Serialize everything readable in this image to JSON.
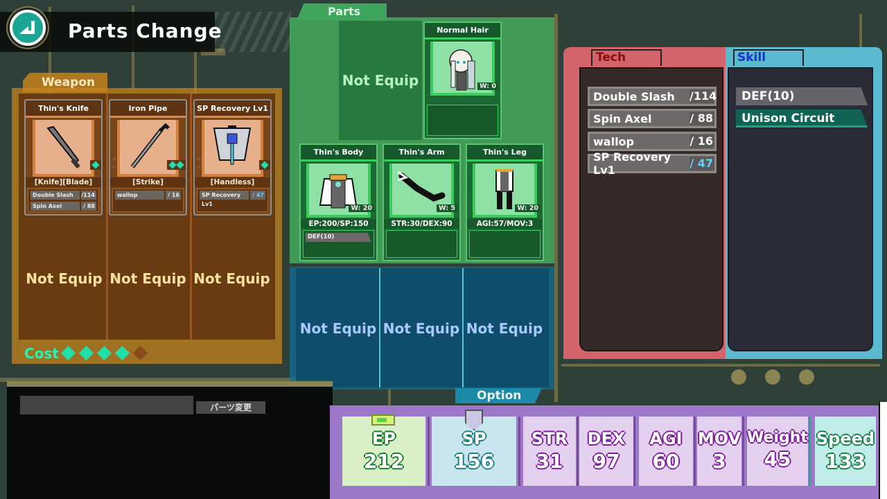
{
  "header": {
    "title": "Parts Change",
    "back_icon": "return-arrow-icon"
  },
  "weapon": {
    "tab_label": "Weapon",
    "cards": [
      {
        "name": "Thin's Knife",
        "tag": "[Knife][Blade]",
        "gems": 1,
        "stars": 0,
        "skills": [
          {
            "name": "Double Slash",
            "value": "/114"
          },
          {
            "name": "Spin Axel",
            "value": "/ 88"
          }
        ]
      },
      {
        "name": "Iron Pipe",
        "tag": "[Strike]",
        "gems": 2,
        "stars": 2,
        "skills": [
          {
            "name": "wallop",
            "value": "/ 16"
          }
        ]
      },
      {
        "name": "SP Recovery Lv1",
        "tag": "[Handless]",
        "gems": 1,
        "stars": 2,
        "skills": [
          {
            "name": "SP Recovery Lv1",
            "value": "/ 47"
          }
        ]
      }
    ],
    "empty_slots": [
      "Not Equip",
      "Not Equip",
      "Not Equip"
    ],
    "cost_label": "Cost",
    "cost_filled": 4,
    "cost_total": 5
  },
  "parts": {
    "tab_label": "Parts",
    "head_slot_empty": "Not Equip",
    "hair": {
      "name": "Normal Hair",
      "weight": "W: 0"
    },
    "cards": [
      {
        "name": "Thin's Body",
        "weight": "W: 20",
        "stat": "EP:200/SP:150",
        "skills": [
          "DEF(10)"
        ]
      },
      {
        "name": "Thin's Arm",
        "weight": "W: 5",
        "stat": "STR:30/DEX:90",
        "skills": []
      },
      {
        "name": "Thin's Leg",
        "weight": "W: 20",
        "stat": "AGI:57/MOV:3",
        "skills": []
      }
    ]
  },
  "option": {
    "tab_label": "Option",
    "slots": [
      "Not Equip",
      "Not Equip",
      "Not Equip"
    ]
  },
  "tech": {
    "tab_label": "Tech",
    "items": [
      {
        "name": "Double Slash",
        "value": "/114"
      },
      {
        "name": "Spin Axel",
        "value": "/ 88"
      },
      {
        "name": "wallop",
        "value": "/ 16"
      },
      {
        "name": "SP Recovery Lv1",
        "value": "/ 47"
      }
    ]
  },
  "skill": {
    "tab_label": "Skill",
    "items": [
      {
        "name": "DEF(10)"
      },
      {
        "name": "Unison Circuit"
      }
    ]
  },
  "message": {
    "label": "パーツ変更"
  },
  "stats": [
    {
      "label": "EP",
      "value": "212"
    },
    {
      "label": "SP",
      "value": "156"
    },
    {
      "label": "STR",
      "value": "31"
    },
    {
      "label": "DEX",
      "value": "97"
    },
    {
      "label": "AGI",
      "value": "60"
    },
    {
      "label": "MOV",
      "value": "3"
    },
    {
      "label": "Weight",
      "value": "45"
    },
    {
      "label": "Speed",
      "value": "133"
    }
  ],
  "colors": {
    "cost_gem": "#1fe0a8",
    "cost_gem_empty": "#8a4a18",
    "accent_teal": "#1aa595",
    "tech_red": "#d3646b",
    "skill_blue": "#5cbad0"
  }
}
